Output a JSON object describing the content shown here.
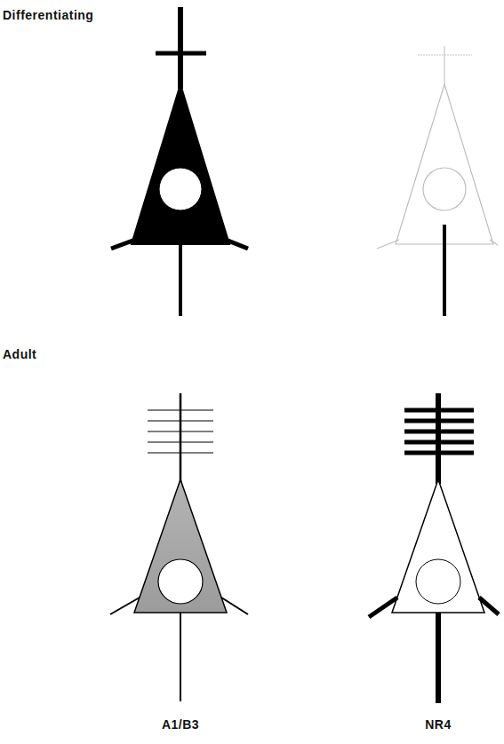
{
  "diagram": {
    "labels": [
      "Differentiating",
      "Adult",
      "A1/B3",
      "NR4"
    ]
  }
}
